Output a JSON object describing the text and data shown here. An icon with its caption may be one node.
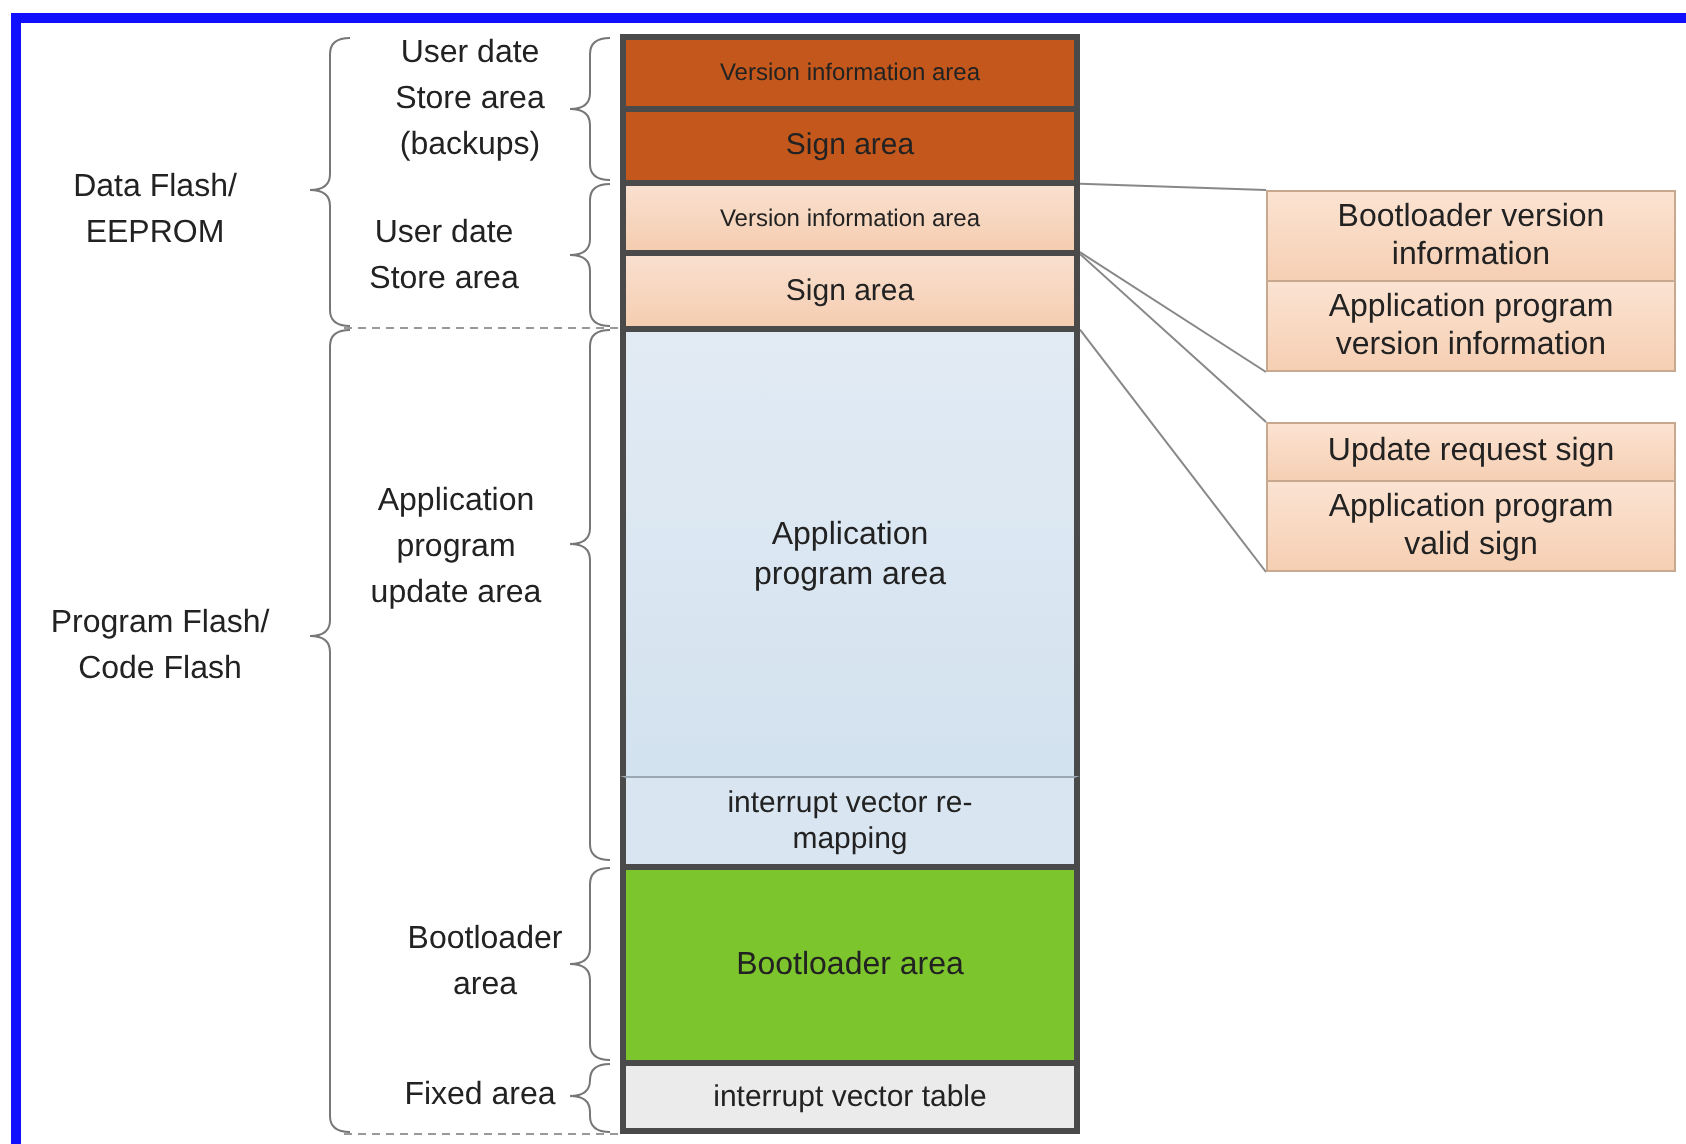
{
  "diagram": {
    "nodes": [
      {
        "text": [
          "Version information area"
        ]
      },
      {
        "text": [
          "Sign area"
        ]
      },
      {
        "text": [
          "Version information area"
        ]
      },
      {
        "text": [
          "Sign area"
        ]
      },
      {
        "text": [
          "Application program area"
        ]
      },
      {
        "text": [
          "interrupt vector re-mapping"
        ]
      },
      {
        "text": [
          "Bootloader area"
        ]
      },
      {
        "text": [
          "interrupt vector  table"
        ]
      },
      {
        "text": [
          "Bootloader version information"
        ]
      },
      {
        "text": [
          "Application program version information"
        ]
      },
      {
        "text": [
          "Update request sign"
        ]
      },
      {
        "text": [
          "Application program valid sign"
        ]
      }
    ],
    "edges": [
      {
        "from": 2,
        "to": 8,
        "arrow": "none"
      },
      {
        "from": 2,
        "to": 9,
        "arrow": "none"
      },
      {
        "from": 3,
        "to": 10,
        "arrow": "none"
      },
      {
        "from": 3,
        "to": 11,
        "arrow": "none"
      }
    ],
    "labels": [
      "User date Store area (backups)",
      "Data Flash/ EEPROM",
      "User date Store area",
      "Application program update area",
      "Program Flash/ Code Flash",
      "Bootloader area",
      "Fixed area"
    ]
  }
}
